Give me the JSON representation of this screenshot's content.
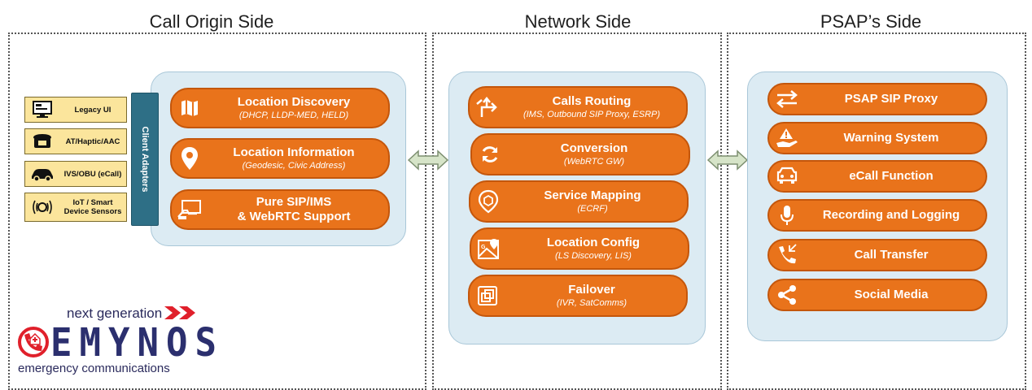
{
  "sections": {
    "call_origin": "Call Origin Side",
    "network": "Network Side",
    "psap": "PSAP’s Side"
  },
  "devices": [
    {
      "label": "Legacy UI",
      "icon": "monitor-icon"
    },
    {
      "label": "AT/Haptic/AAC",
      "icon": "haptic-device-icon"
    },
    {
      "label": "IVS/OBU (eCall)",
      "icon": "car-icon"
    },
    {
      "label": "IoT  /  Smart Device Sensors",
      "icon": "sensor-icon"
    }
  ],
  "client_adapters": "Client Adapters",
  "origin_items": [
    {
      "title": "Location Discovery",
      "sub": "(DHCP, LLDP-MED, HELD)",
      "icon": "map-icon"
    },
    {
      "title": "Location Information",
      "sub": "(Geodesic, Civic Address)",
      "icon": "location-pin-icon"
    },
    {
      "title": "Pure SIP/IMS",
      "title2": "& WebRTC Support",
      "icon": "screen-share-icon"
    }
  ],
  "network_items": [
    {
      "title": "Calls Routing",
      "sub": "(IMS, Outbound SIP Proxy, ESRP)",
      "icon": "route-arrows-icon"
    },
    {
      "title": "Conversion",
      "sub": "(WebRTC GW)",
      "icon": "refresh-icon"
    },
    {
      "title": "Service Mapping",
      "sub": "(ECRF)",
      "icon": "map-marker-box-icon"
    },
    {
      "title": "Location Config",
      "sub": "(LS Discovery, LIS)",
      "icon": "map-location-icon"
    },
    {
      "title": "Failover",
      "sub": "(IVR, SatComms)",
      "icon": "failover-icon"
    }
  ],
  "psap_items": [
    {
      "title": "PSAP SIP Proxy",
      "icon": "swap-arrows-icon"
    },
    {
      "title": "Warning  System",
      "icon": "warning-hand-icon"
    },
    {
      "title": "eCall Function",
      "icon": "car-front-icon"
    },
    {
      "title": "Recording and Logging",
      "icon": "microphone-icon"
    },
    {
      "title": "Call Transfer",
      "icon": "phone-transfer-icon"
    },
    {
      "title": "Social Media",
      "icon": "share-icon"
    }
  ],
  "logo": {
    "top": "next generation",
    "main": "EMYNOS",
    "bottom": "emergency communications"
  },
  "colors": {
    "pill": "#e9731b",
    "panel": "#dcebf3",
    "adapter": "#2e6f86",
    "device": "#fbe59c",
    "logo_red": "#e0202b",
    "logo_blue": "#2b2f6e"
  }
}
